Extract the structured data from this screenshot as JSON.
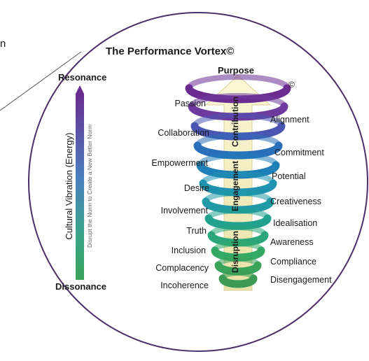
{
  "partial_text": "n",
  "title": "The Performance Vortex©",
  "copyright_mark": "©",
  "scale": {
    "top_label": "Resonance",
    "bottom_label": "Dissonance",
    "axis_label": "Cultural Vibration (Energy)",
    "inner_label": "Disrupt the Norm to Create a New Better Norm"
  },
  "vortex": {
    "top_label": "Purpose",
    "bands": [
      "Contribution",
      "Engagement",
      "Disruption"
    ],
    "left_labels": [
      "Passion",
      "Collaboration",
      "Empowerment",
      "Desire",
      "Involvement",
      "Truth",
      "Inclusion",
      "Complacency",
      "Incoherence"
    ],
    "right_labels": [
      "Alignment",
      "Commitment",
      "Potential",
      "Creativeness",
      "Idealisation",
      "Awareness",
      "Compliance",
      "Disengagement"
    ]
  },
  "colors": {
    "ring": "#4b2f6b",
    "purple": "#6a2c91",
    "blue": "#1f6fb8",
    "teal": "#1f9aa6",
    "green": "#3aa35a",
    "arrow": "#f4eebf"
  }
}
